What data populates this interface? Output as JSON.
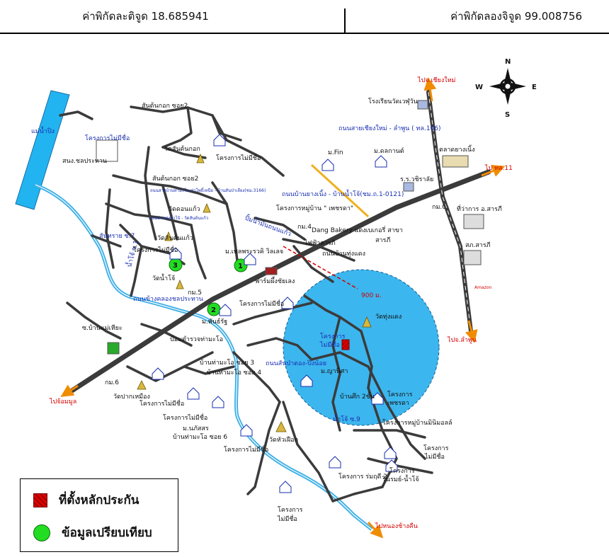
{
  "header": {
    "latitude": "ค่าพิกัดละติจูด 18.685941",
    "longitude": "ค่าพิกัดลองจิจูด 99.008756"
  },
  "compass": {
    "n": "N",
    "s": "S",
    "e": "E",
    "w": "W"
  },
  "labels": {
    "to_chiangmai": "ไปจ.เชียงใหม่",
    "to_lamphun": "ไปจ.ลำพูน",
    "to_road11": "ไป ทล.11",
    "to_chomthong": "ไปจ้อมมูล",
    "to_nongchangkhuen": "ไปหนองช้างคืน",
    "ping_river": "แม่น้ำปิง",
    "school": "โรงเรียนวัดเวฬุวัน",
    "chiangmai_lamphun_road": "ถนนสายเชียงใหม่ - ลำพูน ( ทล.106)",
    "market": "ตลาดยางเนิ้ง",
    "saraphi_office": "ที่ว่าการ อ.สารภี",
    "police": "สภ.สารภี",
    "school_rr": "ร.ร.วชิราลัย",
    "km0": "กม.0",
    "km4": "กม.4",
    "km5": "กม.5",
    "km6": "กม.6",
    "m_fin": "ม.Fin",
    "m_dokkaew": "ม.ดลกานต์",
    "road_yangnoeng": "ถนนบ้านยางเนิ้ง - บ้านน้ำโจ้(ชม.ถ.1-0121)",
    "village_petchrada": "โครงการหมู่บ้าน \" เพชรดา\"",
    "dang_bakery": "Dang Bakery แดงเบเกอรี่ สาขา",
    "saraphi": "สารภี",
    "pf_saraphi": "ไฟฟ้าสารภี",
    "road_nonghaeng": "ถนนบ้านทุ่งแดง",
    "cement_plant": "ปั้มน้ำมันถนนแก้ว",
    "m_phrao": "ม.เพลพระรวคิ วิลเลจ",
    "farm": "ฟาร์มผึ้งชัยเลง",
    "dist_900": "900 ม.",
    "wat_thungdaeng": "วัดทุ่งแดง",
    "site_project": "โครงการ",
    "site_noname": "ไม่มีชื่อ",
    "road_sanpatong": "ถนนสันป่าตอง-ปิงน้อย",
    "m_yanika": "ม.ญานิศา",
    "ban_sik": "บ้านศึก 2ชั้น",
    "proj_petchrada": "โครงการ",
    "petchrada": "เพชรดา",
    "namjo9": "น้ำโจ้ ซ.9",
    "proj_mubanmin": "โครงการหมู่บ้านมินิมอลล์",
    "proj_nn1": "โครงการ",
    "proj_nn1b": "ไม่มีชื่อ",
    "proj_rinrom": "โครงการ",
    "proj_rinromb": "รินรมย์-น้ำโจ้",
    "proj_romruedee": "โครงการ ร่มฤดี 2",
    "proj_nn2": "โครงการ",
    "proj_nn2b": "ไม่มีชื่อ",
    "wat_huafai": "วัดหัวเฝือก",
    "proj_nn3": "โครงการไม่มีชื่อ",
    "m_nakhon": "ม.นภัสสร",
    "ban_thamao6": "บ้านท่ามะโอ ซอย 6",
    "proj_nn4": "โครงการไม่มีชื่อ",
    "wat_pakmuang": "วัดปากเหมือง",
    "proj_nn5": "โครงการไม่มีชื่อ",
    "ban_thamao3": "บ้านท่ามะโอ ซอย 3",
    "ban_thamao4": "บ้านท่ามะโอ ซอย 4",
    "police_box": "ป้อมตำรวจท่ามะโอ",
    "m_phanrat": "ม.พันธ์รัฐ",
    "proj_nn6": "โครงการไม่มีชื่อ",
    "canal_road": "ถนนข้างคลองชลประทาน",
    "ban_mae": "ซ.บ้านแม่เหียะ",
    "namjo1": "น้ำโจ้ ซ.1",
    "wat_namjo": "วัดน้ำโจ้",
    "proj_nn7": "โครงการไม่มีชื่อ",
    "wat_santonkaew": "วัดสันต้นแก้ว",
    "santhong7": "สันทราย ซ.7",
    "road_namjo_tonkaew": "ถนนบ้านทุ่งน้ำโจ้ - วัดสันต้นแก้ว",
    "wat_donkaew": "วัดดอนแก้ว",
    "road_thamao_namjo": "ถนนสายบ้านท่ามะโอ-ท่าโพธิ์เหนือ - บ้านสันป่าเลียง(ชม.3166)",
    "santonkok2": "สันต้นกอก ซอย2",
    "wat_santonkok": "วัดสันต้นกอก",
    "santonkok_top": "สันต้นกอก ซอย2",
    "proj_nn8": "โครงการไม่มีชื่อ",
    "ban_chonprathan": "สนง.ชลประทาน",
    "proj_nn9": "โครงการไม่มีชื่อ",
    "cafe": "Amazon"
  },
  "markers": {
    "m1": "1",
    "m2": "2",
    "m3": "3"
  },
  "legend": {
    "site": "ที่ตั้งหลักประกัน",
    "comparison": "ข้อมูลเปรียบเทียบ"
  },
  "colors": {
    "circle_fill": "#3cb6ee",
    "river": "#3fb0e6",
    "marker_green": "#22dd22",
    "road_major": "#3b3b3b",
    "road_orange": "#f0b020"
  }
}
